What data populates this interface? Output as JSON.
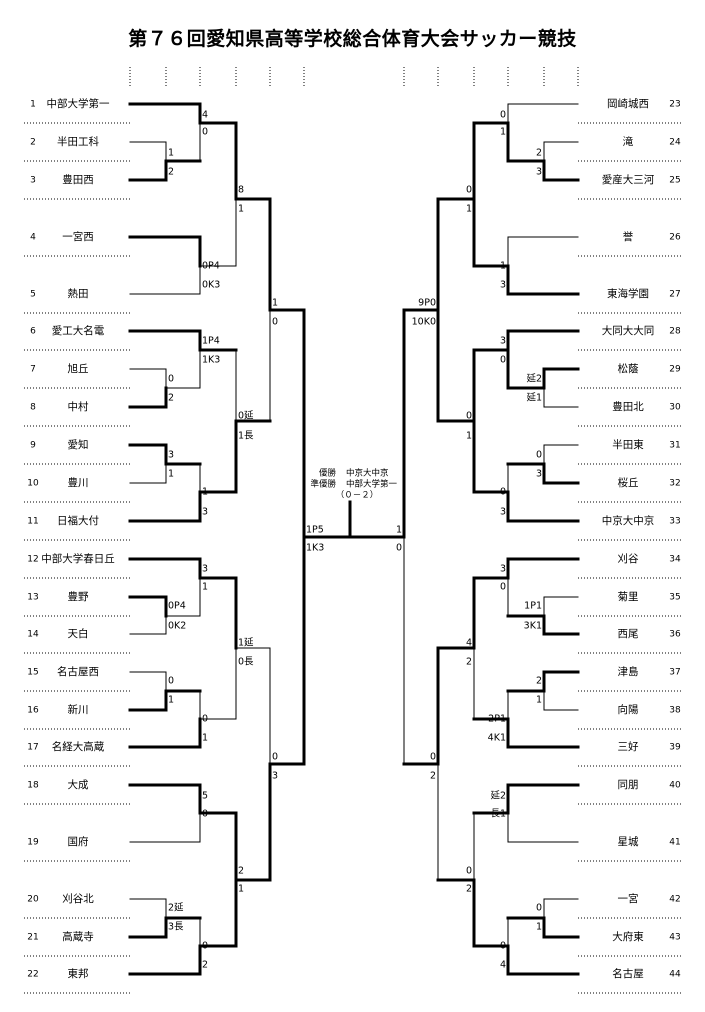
{
  "title": "第７６回愛知県高等学校総合体育大会サッカー競技",
  "champion": {
    "winner_label": "優勝",
    "runner_label": "準優勝",
    "winner": "中京大中京",
    "runner": "中部大学第一",
    "final_score": "（０－２）"
  },
  "left_teams": [
    {
      "num": "1",
      "name": "中部大学第一"
    },
    {
      "num": "2",
      "name": "半田工科"
    },
    {
      "num": "3",
      "name": "豊田西"
    },
    {
      "num": "4",
      "name": "一宮西"
    },
    {
      "num": "5",
      "name": "熱田"
    },
    {
      "num": "6",
      "name": "愛工大名電"
    },
    {
      "num": "7",
      "name": "旭丘"
    },
    {
      "num": "8",
      "name": "中村"
    },
    {
      "num": "9",
      "name": "愛知"
    },
    {
      "num": "10",
      "name": "豊川"
    },
    {
      "num": "11",
      "name": "日福大付"
    },
    {
      "num": "12",
      "name": "中部大学春日丘"
    },
    {
      "num": "13",
      "name": "豊野"
    },
    {
      "num": "14",
      "name": "天白"
    },
    {
      "num": "15",
      "name": "名古屋西"
    },
    {
      "num": "16",
      "name": "新川"
    },
    {
      "num": "17",
      "name": "名経大高蔵"
    },
    {
      "num": "18",
      "name": "大成"
    },
    {
      "num": "19",
      "name": "国府"
    },
    {
      "num": "20",
      "name": "刈谷北"
    },
    {
      "num": "21",
      "name": "高蔵寺"
    },
    {
      "num": "22",
      "name": "東邦"
    }
  ],
  "right_teams": [
    {
      "num": "23",
      "name": "岡崎城西"
    },
    {
      "num": "24",
      "name": "滝"
    },
    {
      "num": "25",
      "name": "愛産大三河"
    },
    {
      "num": "26",
      "name": "誉"
    },
    {
      "num": "27",
      "name": "東海学園"
    },
    {
      "num": "28",
      "name": "大同大大同"
    },
    {
      "num": "29",
      "name": "松蔭"
    },
    {
      "num": "30",
      "name": "豊田北"
    },
    {
      "num": "31",
      "name": "半田東"
    },
    {
      "num": "32",
      "name": "桜丘"
    },
    {
      "num": "33",
      "name": "中京大中京"
    },
    {
      "num": "34",
      "name": "刈谷"
    },
    {
      "num": "35",
      "name": "菊里"
    },
    {
      "num": "36",
      "name": "西尾"
    },
    {
      "num": "37",
      "name": "津島"
    },
    {
      "num": "38",
      "name": "向陽"
    },
    {
      "num": "39",
      "name": "三好"
    },
    {
      "num": "40",
      "name": "同朋"
    },
    {
      "num": "41",
      "name": "星城"
    },
    {
      "num": "42",
      "name": "一宮"
    },
    {
      "num": "43",
      "name": "大府東"
    },
    {
      "num": "44",
      "name": "名古屋"
    }
  ],
  "scores": {
    "l1": [
      "4",
      "0",
      "1",
      "2",
      "8",
      "1",
      "0P4",
      "0K3",
      "1",
      "0",
      "1P4",
      "1K3",
      "0",
      "2",
      "0延",
      "1長",
      "3",
      "1",
      "1",
      "3",
      "1P5",
      "1K3"
    ],
    "l2": [
      "3",
      "1",
      "0P4",
      "0K2",
      "1延",
      "0長",
      "0",
      "1",
      "0",
      "1",
      "0",
      "3",
      "5",
      "0",
      "2",
      "1",
      "2延",
      "3長",
      "0",
      "2"
    ],
    "r1": [
      "0",
      "1",
      "2",
      "3",
      "0",
      "1",
      "1",
      "3",
      "9P0",
      "10K0",
      "3",
      "0",
      "延2",
      "延1",
      "0",
      "1",
      "0",
      "3",
      "0",
      "3",
      "1",
      "0"
    ],
    "r2": [
      "3",
      "0",
      "1P1",
      "3K1",
      "4",
      "2",
      "2",
      "1",
      "2P1",
      "4K1",
      "0",
      "2",
      "延2",
      "長1",
      "0",
      "2",
      "0",
      "1",
      "0",
      "4"
    ]
  }
}
